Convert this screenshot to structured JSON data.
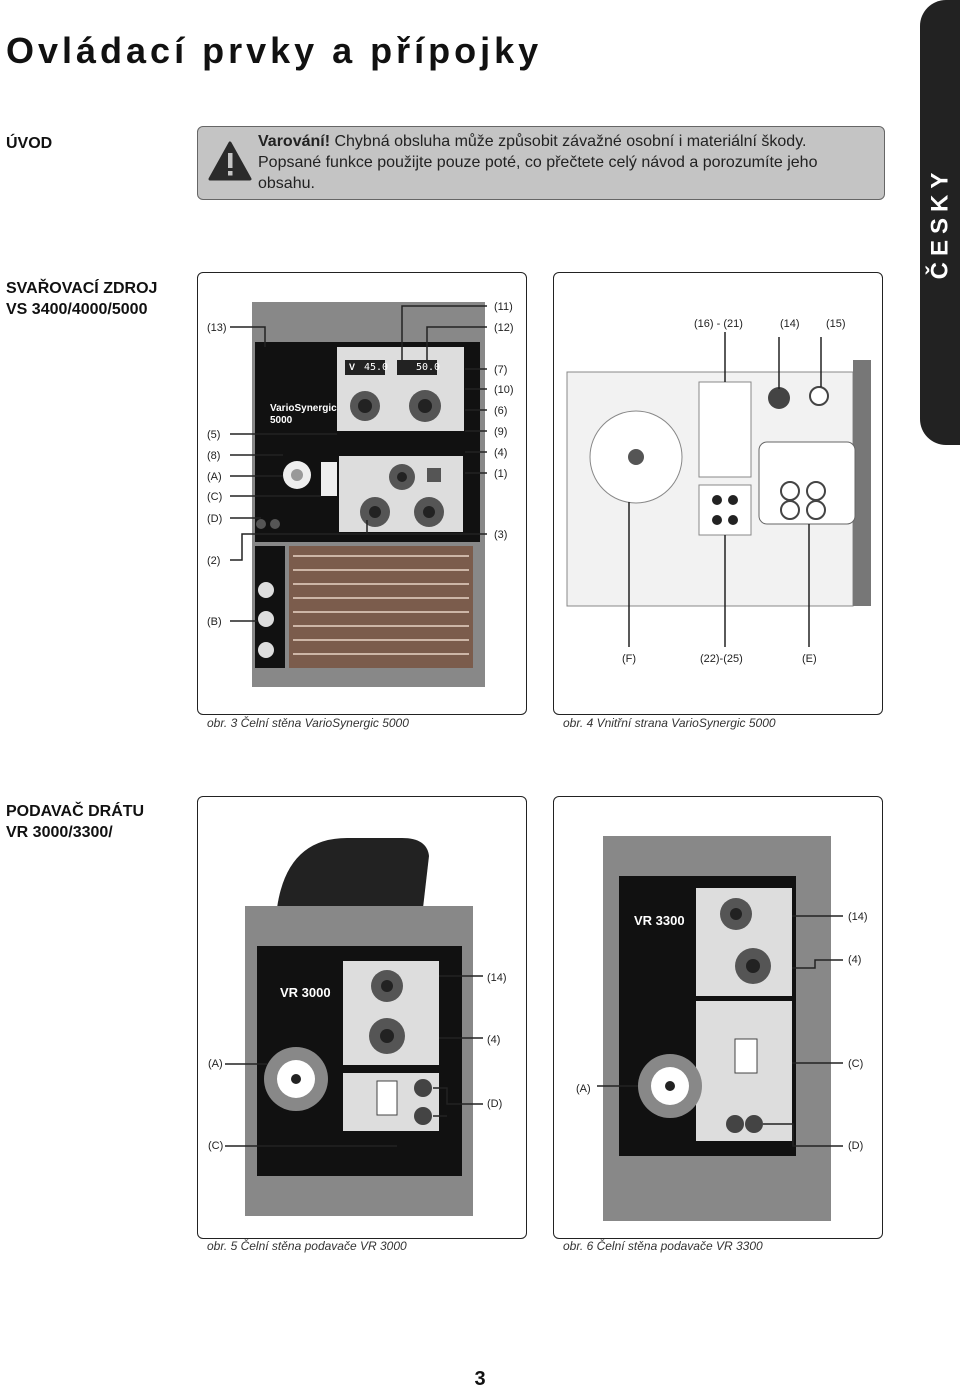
{
  "page": {
    "title": "Ovládací prvky a přípojky",
    "side_tab": "ČESKY",
    "page_number": "3"
  },
  "intro": {
    "heading": "ÚVOD",
    "warning_label": "Varování!",
    "warning_text": " Chybná obsluha může způsobit závažné osobní i materiální škody. Popsané funkce použijte pouze poté, co přečtete celý návod a porozumíte jeho obsahu.",
    "warning_icon": "warning-triangle-icon"
  },
  "power_source": {
    "heading_line1": "SVAŘOVACÍ ZDROJ",
    "heading_line2": "VS 3400/4000/5000",
    "fig3": {
      "caption": "obr. 3 Čelní stěna VarioSynergic 5000",
      "brand_line1": "VarioSynergic",
      "brand_line2": "5000",
      "display_left": "45.0",
      "display_right": "50.0",
      "unit_v": "V",
      "labels_left": [
        "(13)",
        "(5)",
        "(8)",
        "(A)",
        "(C)",
        "(D)",
        "(2)",
        "(B)"
      ],
      "labels_right": [
        "(11)",
        "(12)",
        "(7)",
        "(10)",
        "(6)",
        "(9)",
        "(4)",
        "(1)",
        "(3)"
      ]
    },
    "fig4": {
      "caption": "obr. 4 Vnitřní strana VarioSynergic 5000",
      "labels_top": [
        "(16) - (21)",
        "(14)",
        "(15)"
      ],
      "labels_bottom": [
        "(F)",
        "(22)-(25)",
        "(E)"
      ]
    }
  },
  "wire_feeder": {
    "heading_line1": "PODAVAČ DRÁTU",
    "heading_line2": "VR 3000/3300/",
    "fig5": {
      "caption": "obr. 5 Čelní stěna podavače VR 3000",
      "model": "VR 3000",
      "labels_left": [
        "(A)",
        "(C)"
      ],
      "labels_right": [
        "(14)",
        "(4)",
        "(D)"
      ]
    },
    "fig6": {
      "caption": "obr. 6 Čelní stěna podavače VR 3300",
      "model": "VR 3300",
      "labels_left": [
        "(A)"
      ],
      "labels_right": [
        "(14)",
        "(4)",
        "(C)",
        "(D)"
      ]
    }
  }
}
